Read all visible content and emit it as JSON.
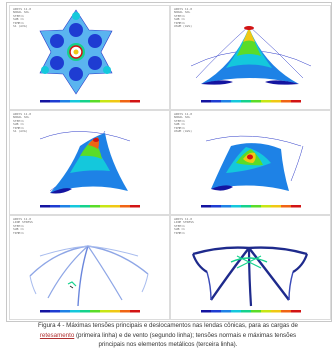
{
  "caption": {
    "p1": "Figura 4 - Máximas tensões principais e deslocamentos nas lendas cônicas, para as cargas de",
    "link": "retesamento",
    "p2": " (primeira linha) e de vento (segundo linha); tensões normais e máximas tensões",
    "p3": "principais nos elementos metálicos (terceira linha)."
  },
  "panels": [
    {
      "hdr": "ANSYS 11.0\nNODAL SOL\nSTEP=1\nSUB =1\nTIME=1\nS1 (AVG)"
    },
    {
      "hdr": "ANSYS 11.0\nNODAL SOL\nSTEP=1\nSUB =1\nTIME=1\nUSUM (AVG)"
    },
    {
      "hdr": "ANSYS 11.0\nNODAL SOL\nSTEP=1\nSUB =1\nTIME=1\nS1 (AVG)"
    },
    {
      "hdr": "ANSYS 11.0\nNODAL SOL\nSTEP=1\nSUB =1\nTIME=1\nUSUM (AVG)"
    },
    {
      "hdr": "ANSYS 11.0\nLINE STRESS\nSTEP=1\nSUB =1\nTIME=1"
    },
    {
      "hdr": "ANSYS 11.0\nLINE STRESS\nSTEP=1\nSUB =1\nTIME=1"
    }
  ],
  "colors": {
    "legend": [
      "#1414a0",
      "#1e3cd2",
      "#1e82e6",
      "#14c8dc",
      "#14d28c",
      "#5adc28",
      "#c8e614",
      "#f0c814",
      "#f06414",
      "#d21414"
    ],
    "mesh": "#2a38c8",
    "membrane_light": "#5ab4f0"
  }
}
